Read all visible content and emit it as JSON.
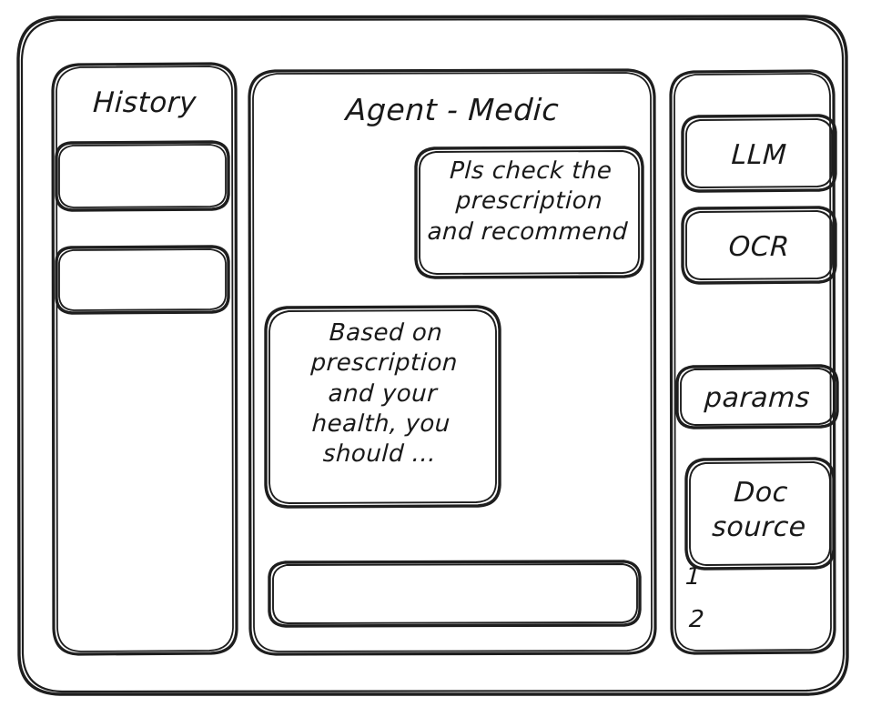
{
  "window": {
    "name": "agent-medic-wireframe"
  },
  "sidebar": {
    "title": "History",
    "items": [
      {
        "label": ""
      },
      {
        "label": ""
      }
    ]
  },
  "main": {
    "title": "Agent - Medic",
    "messages": [
      {
        "role": "user",
        "text": "Pls check the\nprescription\nand recommend"
      },
      {
        "role": "assistant",
        "text": "Based on\nprescription\nand your\nhealth, you\nshould ..."
      }
    ],
    "composer": {
      "value": "",
      "placeholder": ""
    }
  },
  "tools": {
    "chips": [
      {
        "label": "LLM"
      },
      {
        "label": "OCR"
      }
    ],
    "params": {
      "label": "params"
    },
    "doc_source": {
      "label": "Doc\nsource",
      "items": [
        {
          "marker": "1"
        },
        {
          "marker": "2"
        }
      ]
    }
  },
  "colors": {
    "stroke": "#1e1e1e",
    "background": "#ffffff",
    "text": "#191919"
  }
}
